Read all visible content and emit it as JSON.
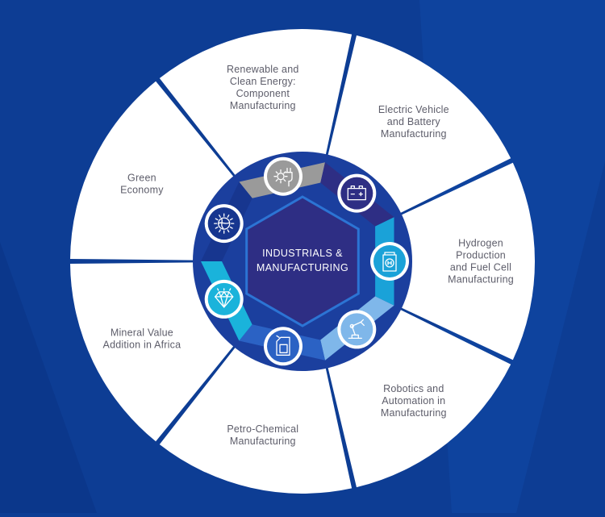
{
  "hub": {
    "lines": [
      "INDUSTRIALS &",
      "MANUFACTURING"
    ]
  },
  "colors": {
    "background": "#0d3d94",
    "background_light": "#1a4fa8",
    "ring_dark": "#1b3f9e",
    "hub_fill": "#2e2e84",
    "hub_stroke": "#2c74d4",
    "segment_fill": "#ffffff",
    "label_text": "#5d5d6a"
  },
  "segments": [
    {
      "id": "renewable-energy",
      "lines": [
        "Renewable and",
        "Clean Energy:",
        "Component",
        "Manufacturing"
      ],
      "icon": "gear-plug-icon",
      "icon_color": "#9a9a9a",
      "band_color": "#9a9a9a"
    },
    {
      "id": "electric-vehicle",
      "lines": [
        "Electric Vehicle",
        "and Battery",
        "Manufacturing"
      ],
      "icon": "battery-icon",
      "icon_color": "#2e2e84",
      "band_color": "#2e2e84"
    },
    {
      "id": "hydrogen",
      "lines": [
        "Hydrogen",
        "Production",
        "and Fuel Cell",
        "Manufacturing"
      ],
      "icon": "hydrogen-cylinder-icon",
      "icon_color": "#1aa2d8",
      "band_color": "#1aa2d8"
    },
    {
      "id": "robotics",
      "lines": [
        "Robotics and",
        "Automation in",
        "Manufacturing"
      ],
      "icon": "robot-arm-icon",
      "icon_color": "#7fb7ea",
      "band_color": "#7fb7ea"
    },
    {
      "id": "petro-chemical",
      "lines": [
        "Petro-Chemical",
        "Manufacturing"
      ],
      "icon": "jerrycan-icon",
      "icon_color": "#2b62c4",
      "band_color": "#2b62c4"
    },
    {
      "id": "mineral-value",
      "lines": [
        "Mineral Value",
        "Addition in Africa"
      ],
      "icon": "diamond-icon",
      "icon_color": "#1ab3db",
      "band_color": "#1ab3db"
    },
    {
      "id": "green-economy",
      "lines": [
        "Green",
        "Economy"
      ],
      "icon": "globe-sun-icon",
      "icon_color": "#17368f",
      "band_color": "#17368f"
    }
  ]
}
